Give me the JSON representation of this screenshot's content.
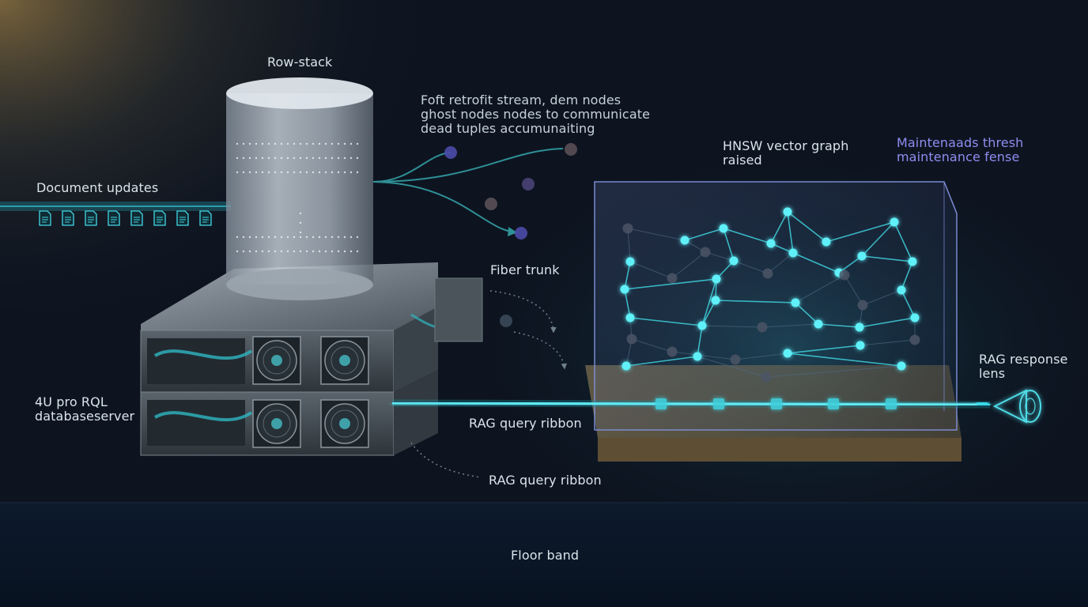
{
  "labels": {
    "row_stack": "Row-stack",
    "stream_note": "Foft retrofit stream, dem nodes\nghost nodes nodes to communicate\ndead tuples accumunaiting",
    "document_updates": "Document updates",
    "hnsw": "HNSW vector graph\nraised",
    "maintenance": "Maintenaads thresh\nmaintenance fense",
    "fiber_trunk": "Fiber trunk",
    "server": "4U pro RQL\ndatabaseserver",
    "rag_query_upper": "RAG query ribbon",
    "rag_query_lower": "RAG query ribbon",
    "rag_response": "RAG response\nlens",
    "floor_band": "Floor band"
  },
  "colors": {
    "background": "#0d1420",
    "cyan_accent": "#39d8e8",
    "violet_accent": "#8f8df0",
    "gold_plinth": "#8a7450",
    "floor": "#0a1424"
  },
  "icons": {
    "document": "document-icon",
    "ghost_node": "ghost-node-icon",
    "fan": "fan-icon",
    "lens": "lens-icon"
  }
}
